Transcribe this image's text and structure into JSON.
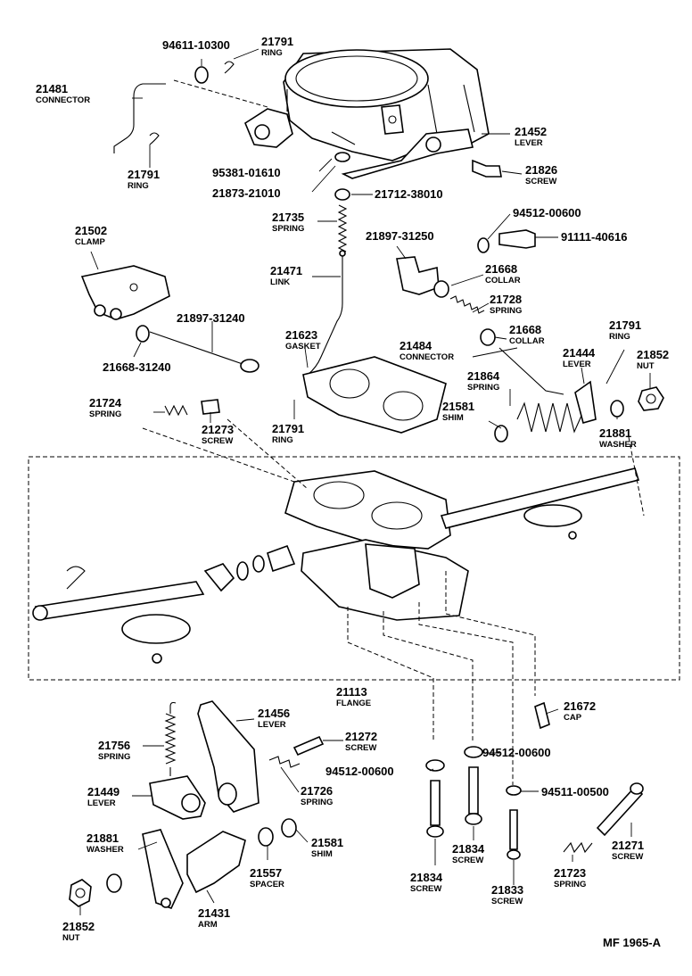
{
  "footer": {
    "code": "MF  1965-A"
  },
  "callouts": [
    {
      "id": "c1",
      "part": "94611-10300",
      "name": ""
    },
    {
      "id": "c2",
      "part": "21791",
      "name": "RING"
    },
    {
      "id": "c3",
      "part": "21481",
      "name": "CONNECTOR"
    },
    {
      "id": "c4",
      "part": "21791",
      "name": "RING"
    },
    {
      "id": "c5",
      "part": "21452",
      "name": "LEVER"
    },
    {
      "id": "c6",
      "part": "95381-01610",
      "name": ""
    },
    {
      "id": "c7",
      "part": "21826",
      "name": "SCREW"
    },
    {
      "id": "c8",
      "part": "21873-21010",
      "name": ""
    },
    {
      "id": "c9",
      "part": "21712-38010",
      "name": ""
    },
    {
      "id": "c10",
      "part": "21735",
      "name": "SPRING"
    },
    {
      "id": "c11",
      "part": "94512-00600",
      "name": ""
    },
    {
      "id": "c12",
      "part": "91111-40616",
      "name": ""
    },
    {
      "id": "c13",
      "part": "21502",
      "name": "CLAMP"
    },
    {
      "id": "c14",
      "part": "21897-31250",
      "name": ""
    },
    {
      "id": "c15",
      "part": "21471",
      "name": "LINK"
    },
    {
      "id": "c16",
      "part": "21668",
      "name": "COLLAR"
    },
    {
      "id": "c17",
      "part": "21728",
      "name": "SPRING"
    },
    {
      "id": "c18",
      "part": "21897-31240",
      "name": ""
    },
    {
      "id": "c19",
      "part": "21623",
      "name": "GASKET"
    },
    {
      "id": "c20",
      "part": "21668",
      "name": "COLLAR"
    },
    {
      "id": "c21",
      "part": "21791",
      "name": "RING"
    },
    {
      "id": "c22",
      "part": "21484",
      "name": "CONNECTOR"
    },
    {
      "id": "c23",
      "part": "21668-31240",
      "name": ""
    },
    {
      "id": "c24",
      "part": "21444",
      "name": "LEVER"
    },
    {
      "id": "c25",
      "part": "21852",
      "name": "NUT"
    },
    {
      "id": "c26",
      "part": "21864",
      "name": "SPRING"
    },
    {
      "id": "c27",
      "part": "21724",
      "name": "SPRING"
    },
    {
      "id": "c28",
      "part": "21273",
      "name": "SCREW"
    },
    {
      "id": "c29",
      "part": "21581",
      "name": "SHIM"
    },
    {
      "id": "c30",
      "part": "21791",
      "name": "RING"
    },
    {
      "id": "c31",
      "part": "21881",
      "name": "WASHER"
    },
    {
      "id": "c32",
      "part": "21113",
      "name": "FLANGE"
    },
    {
      "id": "c33",
      "part": "21672",
      "name": "CAP"
    },
    {
      "id": "c34",
      "part": "21456",
      "name": "LEVER"
    },
    {
      "id": "c35",
      "part": "21272",
      "name": "SCREW"
    },
    {
      "id": "c36",
      "part": "21756",
      "name": "SPRING"
    },
    {
      "id": "c37",
      "part": "94512-00600",
      "name": ""
    },
    {
      "id": "c38",
      "part": "94512-00600",
      "name": ""
    },
    {
      "id": "c39",
      "part": "94511-00500",
      "name": ""
    },
    {
      "id": "c40",
      "part": "21449",
      "name": "LEVER"
    },
    {
      "id": "c41",
      "part": "21726",
      "name": "SPRING"
    },
    {
      "id": "c42",
      "part": "21881",
      "name": "WASHER"
    },
    {
      "id": "c43",
      "part": "21581",
      "name": "SHIM"
    },
    {
      "id": "c44",
      "part": "21271",
      "name": "SCREW"
    },
    {
      "id": "c45",
      "part": "21557",
      "name": "SPACER"
    },
    {
      "id": "c46",
      "part": "21834",
      "name": "SCREW"
    },
    {
      "id": "c47",
      "part": "21834",
      "name": "SCREW"
    },
    {
      "id": "c48",
      "part": "21723",
      "name": "SPRING"
    },
    {
      "id": "c49",
      "part": "21833",
      "name": "SCREW"
    },
    {
      "id": "c50",
      "part": "21431",
      "name": "ARM"
    },
    {
      "id": "c51",
      "part": "21852",
      "name": "NUT"
    }
  ]
}
